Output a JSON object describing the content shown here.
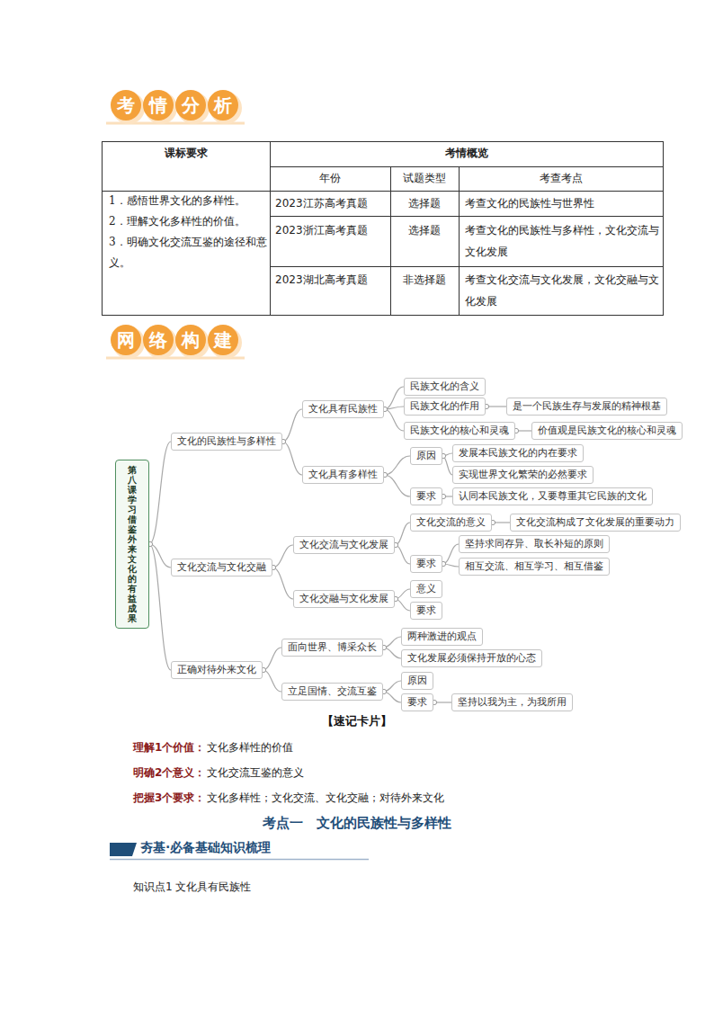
{
  "diagram": {
    "nodes": [
      {
        "text": [
          "第八课 学习借鉴外来文化的有益成果"
        ]
      },
      {
        "text": [
          "文化的民族性与多样性"
        ]
      },
      {
        "text": [
          "文化具有民族性"
        ]
      },
      {
        "text": [
          "民族文化的含义"
        ]
      },
      {
        "text": [
          "民族文化的作用"
        ]
      },
      {
        "text": [
          "是一个民族生存与发展的精神根基"
        ]
      },
      {
        "text": [
          "民族文化的核心和灵魂"
        ]
      },
      {
        "text": [
          "价值观是民族文化的核心和灵魂"
        ]
      },
      {
        "text": [
          "文化具有多样性"
        ]
      },
      {
        "text": [
          "原因"
        ]
      },
      {
        "text": [
          "发展本民族文化的内在要求"
        ]
      },
      {
        "text": [
          "实现世界文化繁荣的必然要求"
        ]
      },
      {
        "text": [
          "要求"
        ]
      },
      {
        "text": [
          "认同本民族文化，又要尊重其它民族的文化"
        ]
      },
      {
        "text": [
          "文化交流与文化交融"
        ]
      },
      {
        "text": [
          "文化交流与文化发展"
        ]
      },
      {
        "text": [
          "文化交流的意义"
        ]
      },
      {
        "text": [
          "文化交流构成了文化发展的重要动力"
        ]
      },
      {
        "text": [
          "要求"
        ]
      },
      {
        "text": [
          "坚持求同存异、取长补短的原则"
        ]
      },
      {
        "text": [
          "相互交流、相互学习、相互借鉴"
        ]
      },
      {
        "text": [
          "文化交融与文化发展"
        ]
      },
      {
        "text": [
          "意义"
        ]
      },
      {
        "text": [
          "要求"
        ]
      },
      {
        "text": [
          "正确对待外来文化"
        ]
      },
      {
        "text": [
          "面向世界、博采众长"
        ]
      },
      {
        "text": [
          "两种激进的观点"
        ]
      },
      {
        "text": [
          "文化发展必须保持开放的心态"
        ]
      },
      {
        "text": [
          "立足国情、交流互鉴"
        ]
      },
      {
        "text": [
          "原因"
        ]
      },
      {
        "text": [
          "要求"
        ]
      },
      {
        "text": [
          "坚持以我为主，为我所用"
        ]
      }
    ],
    "edges": [
      {
        "from": 0,
        "to": 1,
        "arrow": "none"
      },
      {
        "from": 0,
        "to": 14,
        "arrow": "none"
      },
      {
        "from": 0,
        "to": 24,
        "arrow": "none"
      },
      {
        "from": 1,
        "to": 2,
        "arrow": "none"
      },
      {
        "from": 1,
        "to": 8,
        "arrow": "none"
      },
      {
        "from": 2,
        "to": 3,
        "arrow": "none"
      },
      {
        "from": 2,
        "to": 4,
        "arrow": "none"
      },
      {
        "from": 2,
        "to": 6,
        "arrow": "none"
      },
      {
        "from": 4,
        "to": 5,
        "arrow": "none"
      },
      {
        "from": 6,
        "to": 7,
        "arrow": "none"
      },
      {
        "from": 8,
        "to": 9,
        "arrow": "none"
      },
      {
        "from": 8,
        "to": 12,
        "arrow": "none"
      },
      {
        "from": 9,
        "to": 10,
        "arrow": "none"
      },
      {
        "from": 9,
        "to": 11,
        "arrow": "none"
      },
      {
        "from": 12,
        "to": 13,
        "arrow": "none"
      },
      {
        "from": 14,
        "to": 15,
        "arrow": "none"
      },
      {
        "from": 14,
        "to": 21,
        "arrow": "none"
      },
      {
        "from": 15,
        "to": 16,
        "arrow": "none"
      },
      {
        "from": 15,
        "to": 18,
        "arrow": "none"
      },
      {
        "from": 16,
        "to": 17,
        "arrow": "none"
      },
      {
        "from": 18,
        "to": 19,
        "arrow": "none"
      },
      {
        "from": 18,
        "to": 20,
        "arrow": "none"
      },
      {
        "from": 21,
        "to": 22,
        "arrow": "none"
      },
      {
        "from": 21,
        "to": 23,
        "arrow": "none"
      },
      {
        "from": 24,
        "to": 25,
        "arrow": "none"
      },
      {
        "from": 24,
        "to": 28,
        "arrow": "none"
      },
      {
        "from": 25,
        "to": 26,
        "arrow": "none"
      },
      {
        "from": 25,
        "to": 27,
        "arrow": "none"
      },
      {
        "from": 28,
        "to": 29,
        "arrow": "none"
      },
      {
        "from": 28,
        "to": 30,
        "arrow": "none"
      },
      {
        "from": 30,
        "to": 31,
        "arrow": "none"
      }
    ],
    "labels": [
      "考情分析",
      "课标要求",
      "考情概览",
      "年份",
      "试题类型",
      "考查考点",
      "1．感悟世界文化的多样性。",
      "2．理解文化多样性的价值。",
      "3．明确文化交流互鉴的途径和意义。",
      "2023江苏高考真题",
      "选择题",
      "考查文化的民族性与世界性",
      "2023浙江高考真题",
      "选择题",
      "考查文化的民族性与多样性，文化交流与文化发展",
      "2023湖北高考真题",
      "非选择题",
      "考查文化交流与文化发展，文化交融与文化发展",
      "网络构建",
      "【速记卡片】",
      "理解1个价值：",
      "文化多样性的价值",
      "明确2个意义：",
      "文化交流互鉴的意义",
      "把握3个要求：",
      "文化多样性；文化交流、文化交融；对待外来文化",
      "考点一　文化的民族性与多样性",
      "夯基·必备基础知识梳理",
      "知识点1 文化具有民族性"
    ]
  }
}
